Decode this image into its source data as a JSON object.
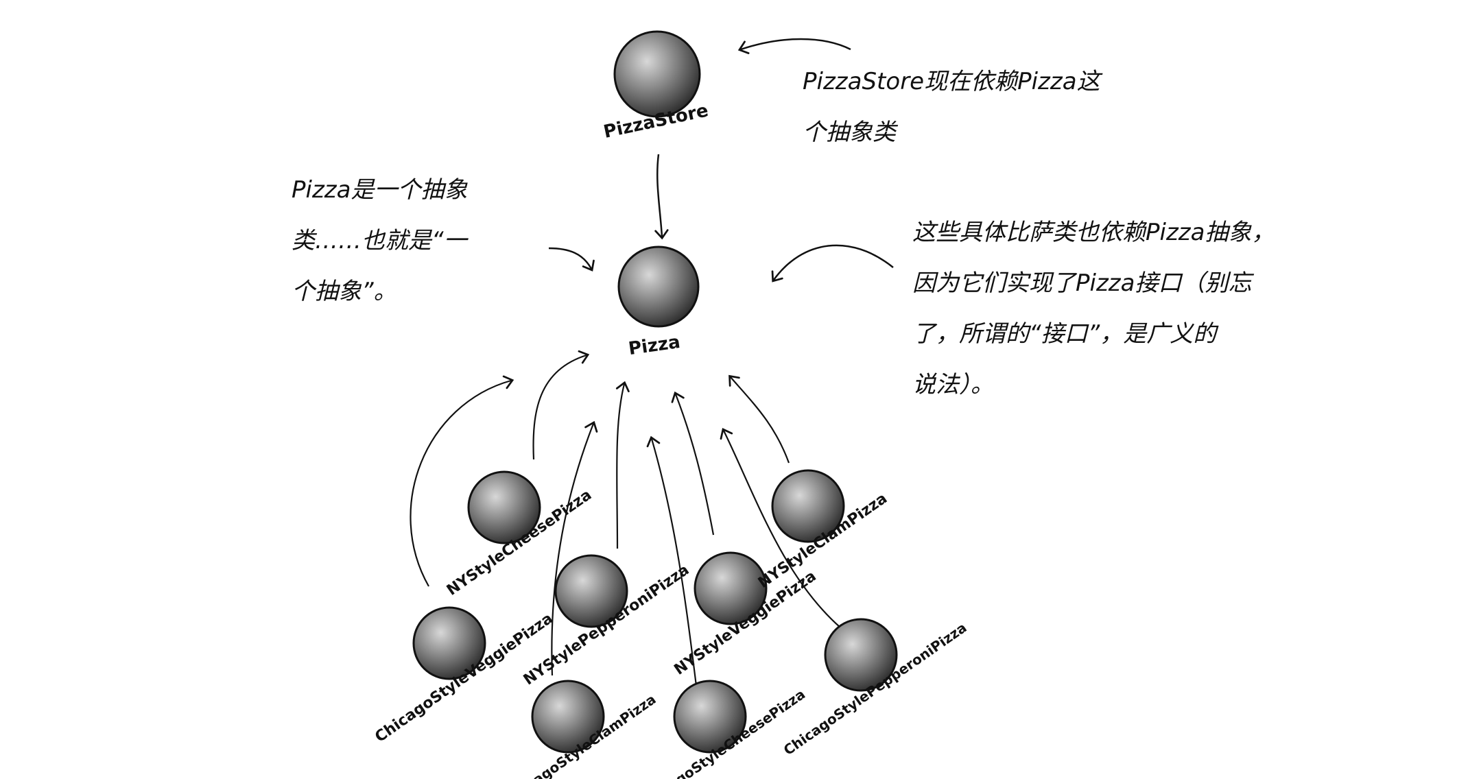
{
  "notes": {
    "store_depends": "PizzaStore现在依赖Pizza这\n个抽象类",
    "pizza_abstract": "Pizza是一个抽象\n类……也就是“一\n个抽象”。",
    "concrete_depend": "这些具体比萨类也依赖Pizza抽象，\n因为它们实现了Pizza接口（别忘\n了，所谓的“接口”，是广义的\n说法）。"
  },
  "nodes": {
    "store": "PizzaStore",
    "pizza": "Pizza",
    "ny_cheese": "NYStyleCheesePizza",
    "ny_pepperoni": "NYStylePepperoniPizza",
    "ny_veggie": "NYStyleVeggiePizza",
    "ny_clam": "NYStyleClamPizza",
    "chicago_veggie": "ChicagoStyleVeggiePizza",
    "chicago_clam": "ChicagoStyleClamPizza",
    "chicago_cheese": "ChicagoStyleCheesePizza",
    "chicago_pepperoni": "ChicagoStylePepperoniPizza"
  },
  "colors": {
    "ink": "#111111",
    "sphere_light": "#d8d8d8",
    "sphere_mid": "#8a8a8a",
    "sphere_dark": "#2a2a2a"
  }
}
